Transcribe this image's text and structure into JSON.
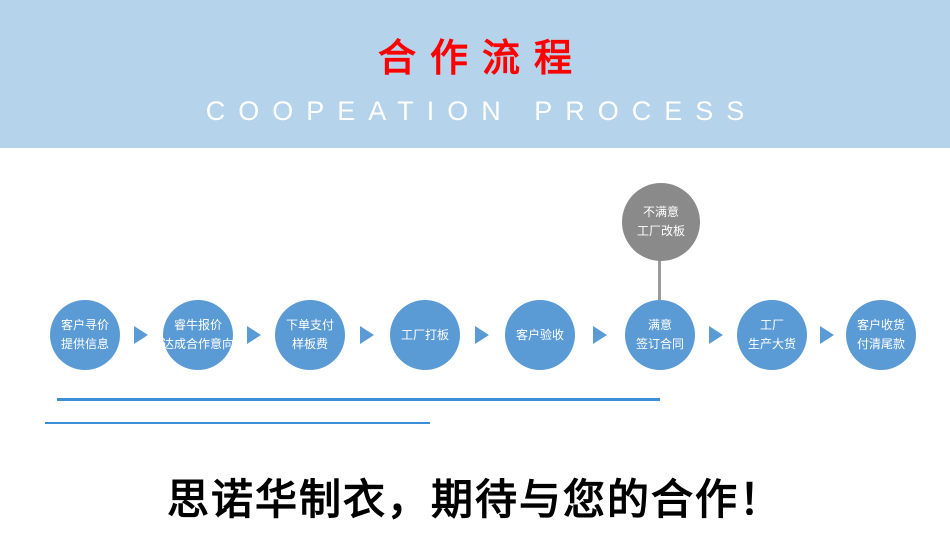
{
  "header": {
    "title": "合作流程",
    "subtitle": "COOPEATION PROCESS"
  },
  "flow": {
    "steps": [
      {
        "line1": "客户寻价",
        "line2": "提供信息"
      },
      {
        "line1": "睿牛报价",
        "line2": "达成合作意向"
      },
      {
        "line1": "下单支付",
        "line2": "样板费"
      },
      {
        "line1": "工厂打板",
        "line2": ""
      },
      {
        "line1": "客户验收",
        "line2": ""
      },
      {
        "line1": "满意",
        "line2": "签订合同"
      },
      {
        "line1": "工厂",
        "line2": "生产大货"
      },
      {
        "line1": "客户收货",
        "line2": "付清尾款"
      }
    ],
    "alt_step": {
      "line1": "不满意",
      "line2": "工厂改板"
    }
  },
  "colors": {
    "banner_bg": "#b5d3ea",
    "title_red": "#fe0000",
    "circle_blue": "#5b9bd5",
    "circle_gray": "#8a8a8a",
    "line_blue": "#3d8ed9"
  },
  "footer": {
    "slogan": "思诺华制衣，期待与您的合作！"
  }
}
